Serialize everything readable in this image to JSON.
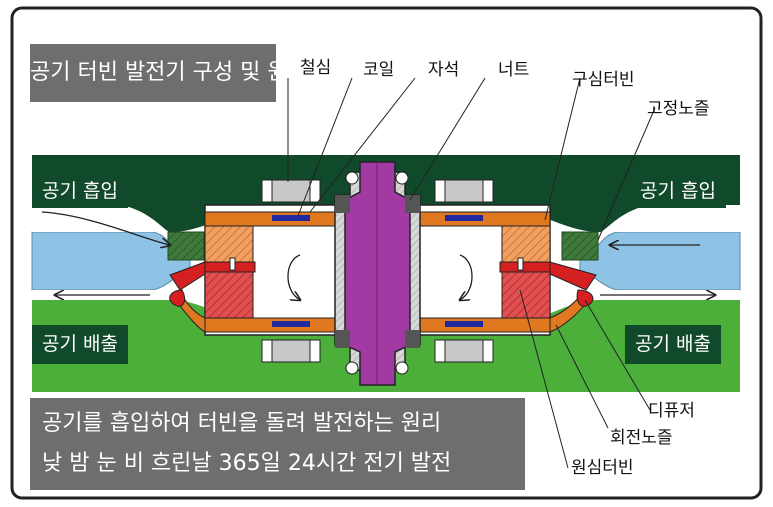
{
  "title": "공기 터빈 발전기 구성 및 원리",
  "labels": {
    "iron_core": "철심",
    "coil": "코일",
    "magnet": "자석",
    "nut": "너트",
    "spherical_turbine": "구심터빈",
    "fixed_nozzle": "고정노즐",
    "diffuser": "디퓨저",
    "rotating_nozzle": "회전노즐",
    "centrifugal_turbine": "원심터빈"
  },
  "air_intake_left": "공기 흡입",
  "air_intake_right": "공기 흡입",
  "air_exhaust_left": "공기 배출",
  "air_exhaust_right": "공기 배출",
  "description": {
    "line1": "공기를 흡입하여 터빈을 돌려 발전하는 원리",
    "line2": "낮 밤 눈 비 흐린날 365일 24시간 전기 발전"
  },
  "colors": {
    "dark_green": "#114a2a",
    "green": "#4caf3a",
    "orange": "#e07820",
    "red": "#d42020",
    "purple": "#a23aa3",
    "blue_flow": "#8fc3e6",
    "caption_bg": "#6e6e6e"
  }
}
